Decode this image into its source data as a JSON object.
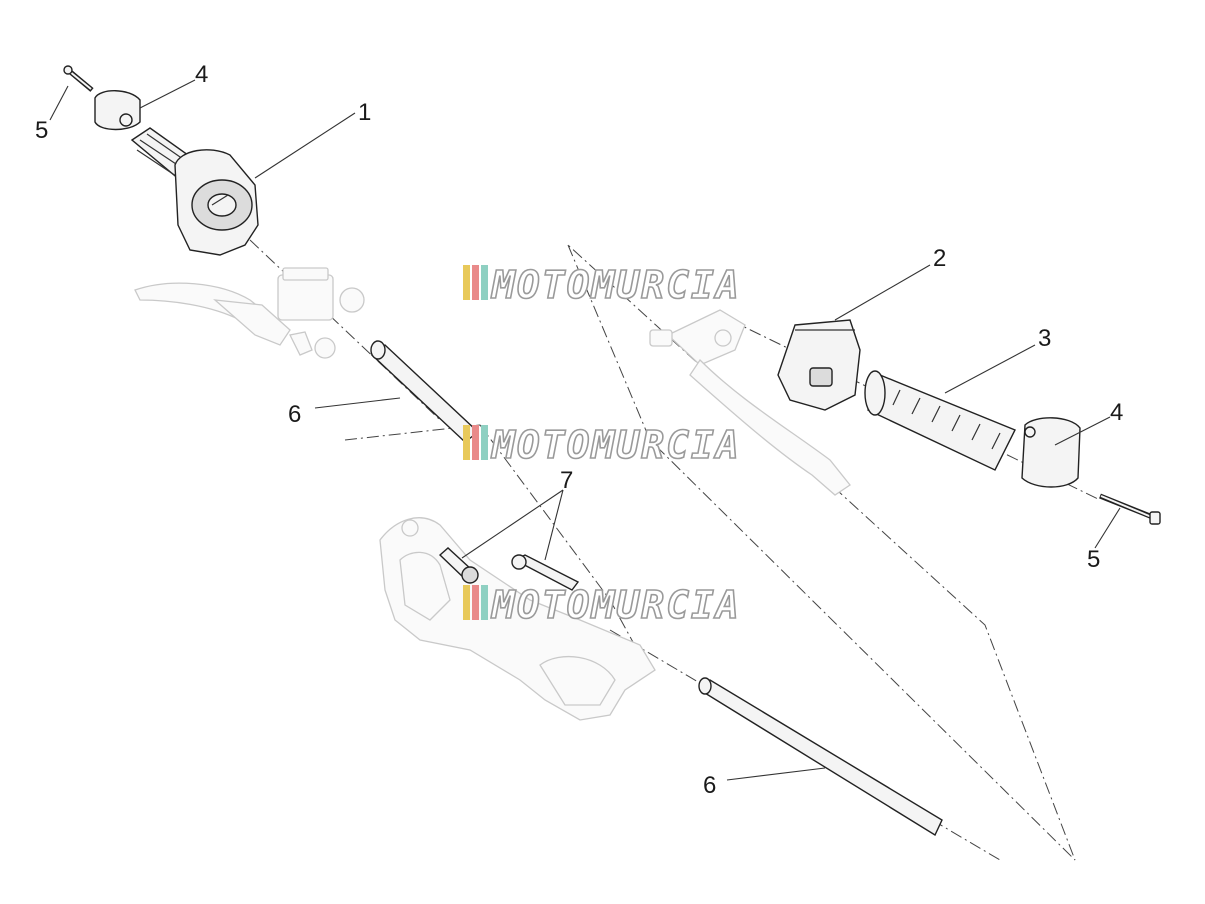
{
  "callouts": [
    {
      "id": "c1",
      "label": "1"
    },
    {
      "id": "c2",
      "label": "2"
    },
    {
      "id": "c3",
      "label": "3"
    },
    {
      "id": "c4a",
      "label": "4"
    },
    {
      "id": "c4b",
      "label": "4"
    },
    {
      "id": "c5a",
      "label": "5"
    },
    {
      "id": "c5b",
      "label": "5"
    },
    {
      "id": "c6a",
      "label": "6"
    },
    {
      "id": "c6b",
      "label": "6"
    },
    {
      "id": "c7",
      "label": "7"
    }
  ],
  "watermark": {
    "text": "MOTOMURCIA",
    "stripe_colors": [
      "#e8c95a",
      "#e98a8a",
      "#8fd0c2"
    ]
  },
  "colors": {
    "line": "#222222",
    "ghost": "#c9c9c9"
  }
}
